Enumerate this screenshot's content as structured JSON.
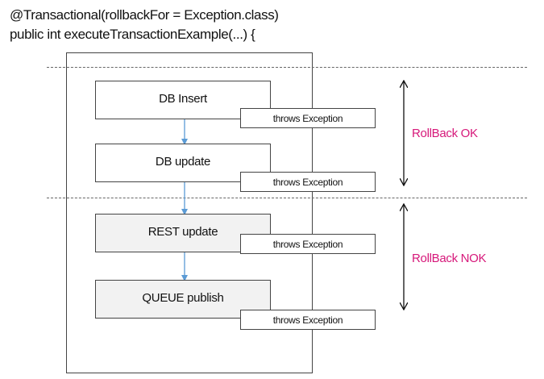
{
  "code": {
    "line1": "@Transactional(rollbackFor = Exception.class)",
    "line2": "public int executeTransactionExample(...) {"
  },
  "steps": [
    {
      "label": "DB Insert",
      "exception": "throws Exception"
    },
    {
      "label": "DB update",
      "exception": "throws Exception"
    },
    {
      "label": "REST update",
      "exception": "throws Exception"
    },
    {
      "label": "QUEUE publish",
      "exception": "throws Exception"
    }
  ],
  "regions": {
    "ok": "RollBack OK",
    "nok": "RollBack NOK"
  },
  "colors": {
    "rollback_label": "#d6187a",
    "flow_arrow": "#5b9bd5",
    "external_fill": "#f2f2f2"
  }
}
